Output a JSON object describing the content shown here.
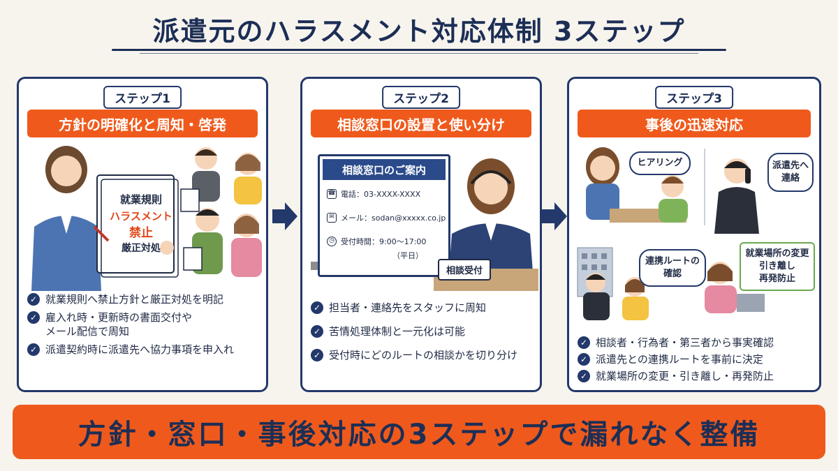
{
  "title": "派遣元のハラスメント対応体制 3ステップ",
  "steps": [
    {
      "badge": "ステップ1",
      "heading": "方針の明確化と周知・啓発",
      "illustration": {
        "document_lines": [
          "就業規則",
          "ハラスメント",
          "禁止",
          "厳正対処"
        ]
      },
      "checks": [
        "就業規則へ禁止方針と厳正対処を明記",
        "雇入れ時・更新時の書面交付や\nメール配信で周知",
        "派遣契約時に派遣先へ協力事項を申入れ"
      ]
    },
    {
      "badge": "ステップ2",
      "heading": "相談窓口の設置と使い分け",
      "illustration": {
        "sign_title": "相談窓口のご案内",
        "phone": "電話：03-XXXX-XXXX",
        "mail": "メール：sodan@xxxxx.co.jp",
        "hours": "受付時間：9:00〜17:00",
        "hours_note": "（平日）",
        "desk_label": "相談受付"
      },
      "checks": [
        "担当者・連絡先をスタッフに周知",
        "苦情処理体制と一元化は可能",
        "受付時にどのルートの相談かを切り分け"
      ]
    },
    {
      "badge": "ステップ3",
      "heading": "事後の迅速対応",
      "illustration": {
        "bubble_hearing": "ヒアリング",
        "bubble_contact": "派遣先へ\n連絡",
        "bubble_route": "連携ルートの\n確認",
        "bubble_change": "就業場所の変更\n引き離し\n再発防止"
      },
      "checks": [
        "相談者・行為者・第三者から事実確認",
        "派遣先との連携ルートを事前に決定",
        "就業場所の変更・引き離し・再発防止"
      ]
    }
  ],
  "banner": "方針・窓口・事後対応の3ステップで漏れなく整備",
  "colors": {
    "navy": "#23386b",
    "orange": "#ef5a1c",
    "background": "#f7f4ee"
  },
  "icons": [
    "check-icon",
    "arrow-right-icon",
    "phone-icon",
    "mail-icon",
    "clock-icon"
  ]
}
